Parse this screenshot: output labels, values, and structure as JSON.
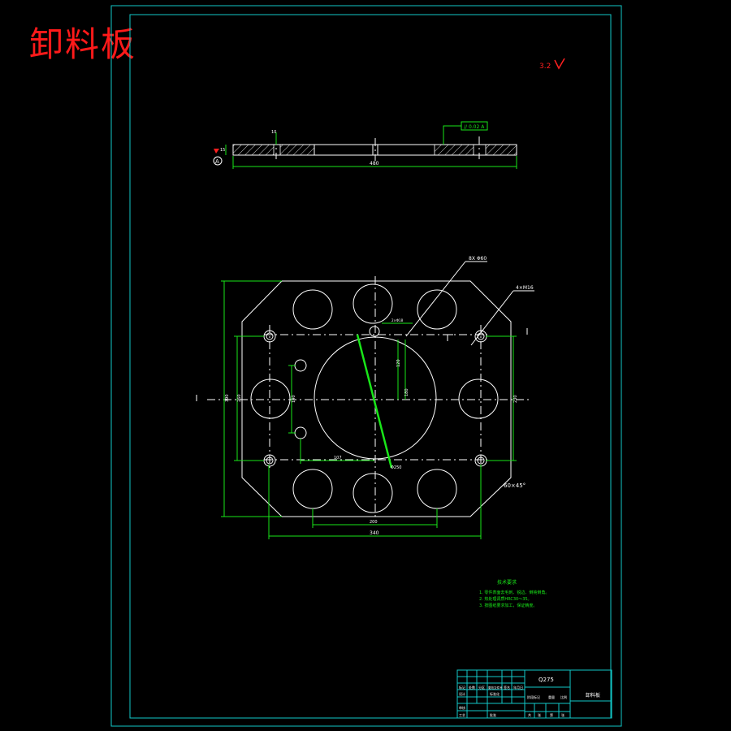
{
  "title": "卸料板",
  "colors": {
    "frame": "#12c8c8",
    "geometry": "#ffffff",
    "dimension": "#19e619",
    "title": "#ff1a1a"
  },
  "corner_mark": "3.2",
  "section": {
    "tolerance_label": "// 0.02 A",
    "datum_label": "A",
    "thickness_label": "15",
    "height_label": "10",
    "width_label": "480"
  },
  "plan": {
    "hole_callout": "8X Φ60",
    "thread_callout": "4×M16",
    "chamfer_label": "60×45°",
    "center_bore_label": "Φ250",
    "dimensions": {
      "overall_height": "390",
      "inner_height": "260",
      "left_pin_span": "140",
      "right_span": "230",
      "overall_width": "340",
      "inner_width": "200",
      "bore_vertical": "180",
      "bore_small": "120",
      "pin_pitch": "107",
      "top_pin": "2×Φ18"
    }
  },
  "notes": {
    "heading": "技术要求",
    "items": [
      "1. 零件表面去毛刺、锐边、倒钝倒角。",
      "2. 热处理调质HRC30～35。",
      "3. 按图纸要求加工，保证精度。"
    ]
  },
  "title_block": {
    "material": "Q275",
    "part_name": "卸料板",
    "header_cells": [
      "标记",
      "处数",
      "分区",
      "更改文件号",
      "签名",
      "年月日"
    ],
    "role_design": "设计",
    "role_standard": "标准化",
    "role_review": "审核",
    "role_process": "工艺",
    "role_approve": "批准",
    "stage_labels": [
      "阶段标记",
      "重量",
      "比例"
    ],
    "sheet_labels": [
      "共",
      "张",
      "第",
      "张"
    ]
  }
}
